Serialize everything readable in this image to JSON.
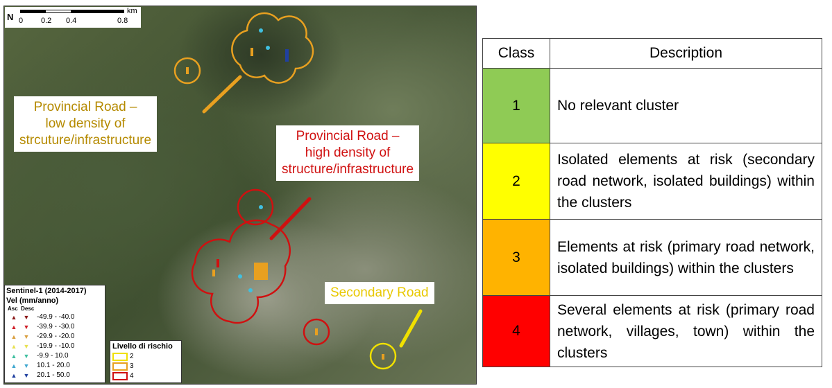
{
  "map": {
    "scale": {
      "unit": "km",
      "ticks": [
        "0",
        "0.2",
        "0.4",
        "0.8"
      ],
      "north": "N"
    },
    "callouts": [
      {
        "text": "Provincial Road –\nlow density of\nstrcuture/infrastructure",
        "color": "#b58a00"
      },
      {
        "text": "Provincial Road –\nhigh density of\nstructure/infrastructure",
        "color": "#d01010"
      },
      {
        "text": "Secondary Road",
        "color": "#e8c800"
      }
    ],
    "legend_velocity": {
      "title": "Sentinel-1 (2014-2017)",
      "subtitle": "Vel (mm/anno)",
      "asc": "Asc",
      "desc": "Desc",
      "items": [
        {
          "range": "-49.9 - -40.0",
          "color": "#8b1a1a"
        },
        {
          "range": "-39.9 - -30.0",
          "color": "#d0202a"
        },
        {
          "range": "-29.9 - -20.0",
          "color": "#d9a040"
        },
        {
          "range": "-19.9 - -10.0",
          "color": "#e8e050"
        },
        {
          "range": "-9.9 - 10.0",
          "color": "#40c0a0"
        },
        {
          "range": "10.1 - 20.0",
          "color": "#40a8d0"
        },
        {
          "range": "20.1 - 50.0",
          "color": "#2040a0"
        }
      ]
    },
    "legend_risk": {
      "title": "Livello di rischio",
      "items": [
        {
          "label": "2",
          "color": "#f0e000"
        },
        {
          "label": "3",
          "color": "#e8a020"
        },
        {
          "label": "4",
          "color": "#d01010"
        }
      ]
    }
  },
  "table": {
    "headers": [
      "Class",
      "Description"
    ],
    "rows": [
      {
        "class": "1",
        "description": "No  relevant cluster",
        "color": "#8fcb55"
      },
      {
        "class": "2",
        "description": "Isolated elements at risk (secondary road network, isolated buildings) within the clusters",
        "color": "#ffff00"
      },
      {
        "class": "3",
        "description": "Elements at risk (primary road network, isolated buildings) within the clusters",
        "color": "#ffb300"
      },
      {
        "class": "4",
        "description": "Several elements at risk (primary road network, villages, town) within the clusters",
        "color": "#ff0000"
      }
    ]
  }
}
